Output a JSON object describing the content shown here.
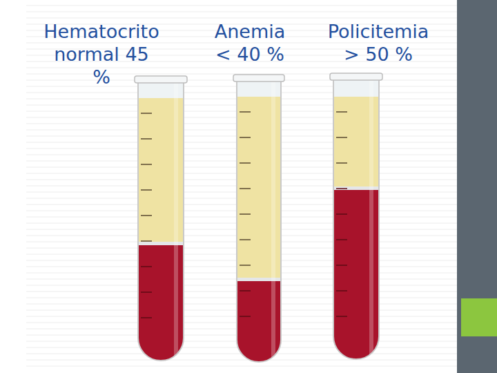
{
  "diagram": {
    "labels": [
      "Hematocrito normal 45 %",
      "Anemia < 40 %",
      "Policitemia > 50 %"
    ]
  }
}
